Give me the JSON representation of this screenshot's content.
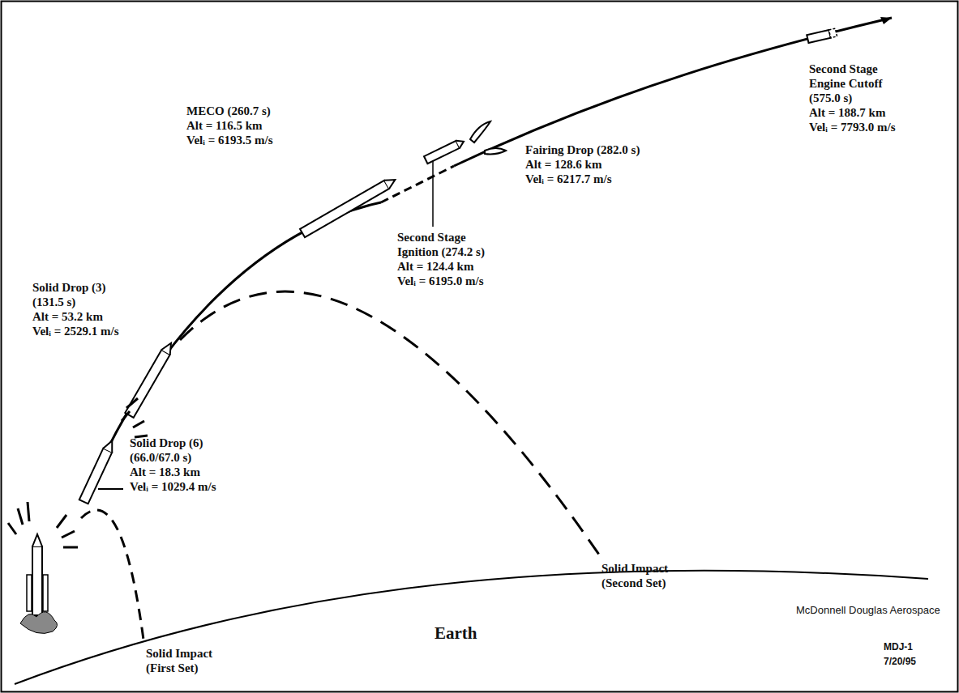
{
  "diagram": {
    "labels": [
      "Second Stage",
      "Engine Cutoff",
      "(575.0 s)",
      "Alt = 188.7 km",
      "Velᵢ = 7793.0 m/s",
      "MECO (260.7 s)",
      "Alt = 116.5 km",
      "Velᵢ = 6193.5 m/s",
      "Fairing Drop (282.0 s)",
      "Alt = 128.6 km",
      "Velᵢ = 6217.7 m/s",
      "Second Stage",
      "Ignition (274.2 s)",
      "Alt = 124.4 km",
      "Velᵢ = 6195.0 m/s",
      "Solid Drop (3)",
      "(131.5 s)",
      "Alt = 53.2 km",
      "Velᵢ = 2529.1 m/s",
      "Solid Drop (6)",
      "(66.0/67.0 s)",
      "Alt = 18.3 km",
      "Velᵢ = 1029.4 m/s",
      "Solid Impact",
      "(First Set)",
      "Solid Impact",
      "(Second Set)",
      "Earth",
      "McDonnell Douglas Aerospace",
      "MDJ-1",
      "7/20/95"
    ]
  }
}
